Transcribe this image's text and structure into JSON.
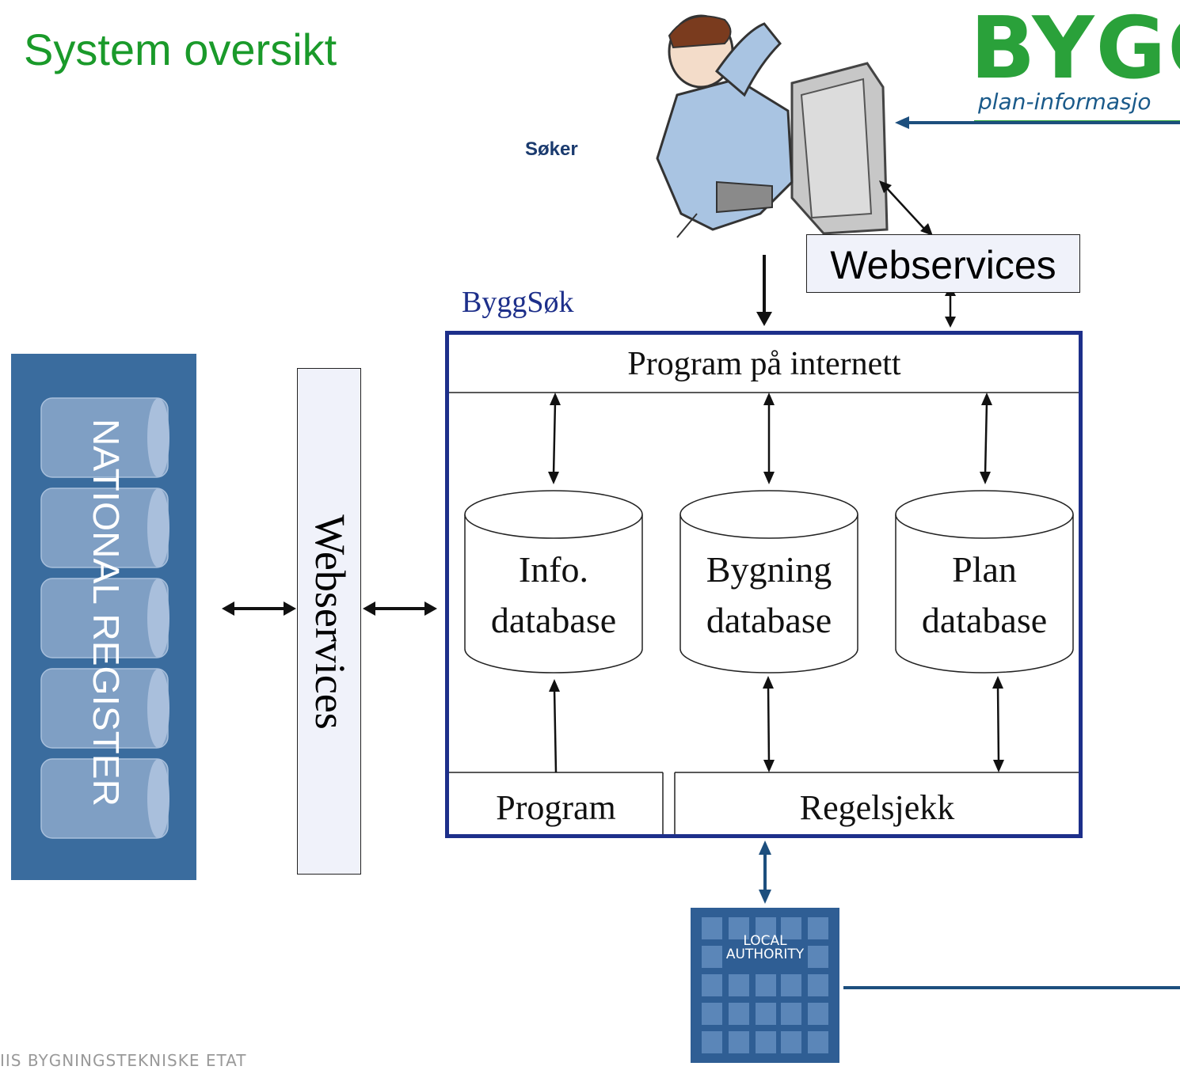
{
  "title": "System oversikt",
  "logo": {
    "main": "BYGG",
    "sub": "plan-informasjo"
  },
  "applicant_label": "Søker",
  "webservices_top": "Webservices",
  "byggsok_label": "ByggSøk",
  "program_internett": "Program på internett",
  "databases": [
    {
      "line1": "Info.",
      "line2": "database"
    },
    {
      "line1": "Bygning",
      "line2": "database"
    },
    {
      "line1": "Plan",
      "line2": "database"
    }
  ],
  "program_label": "Program",
  "regelsjekk_label": "Regelsjekk",
  "webservices_vertical": "Webservices",
  "national_register": "NATIONAL REGISTER",
  "local_authority": {
    "line1": "LOCAL",
    "line2": "AUTHORITY"
  },
  "footer": "IIS BYGNINGSTEKNISKE ETAT",
  "colors": {
    "title": "#1a9a2a",
    "byggsok": "#1d2f8a",
    "register_panel": "#3a6c9e",
    "connector": "#1d4f7e"
  }
}
